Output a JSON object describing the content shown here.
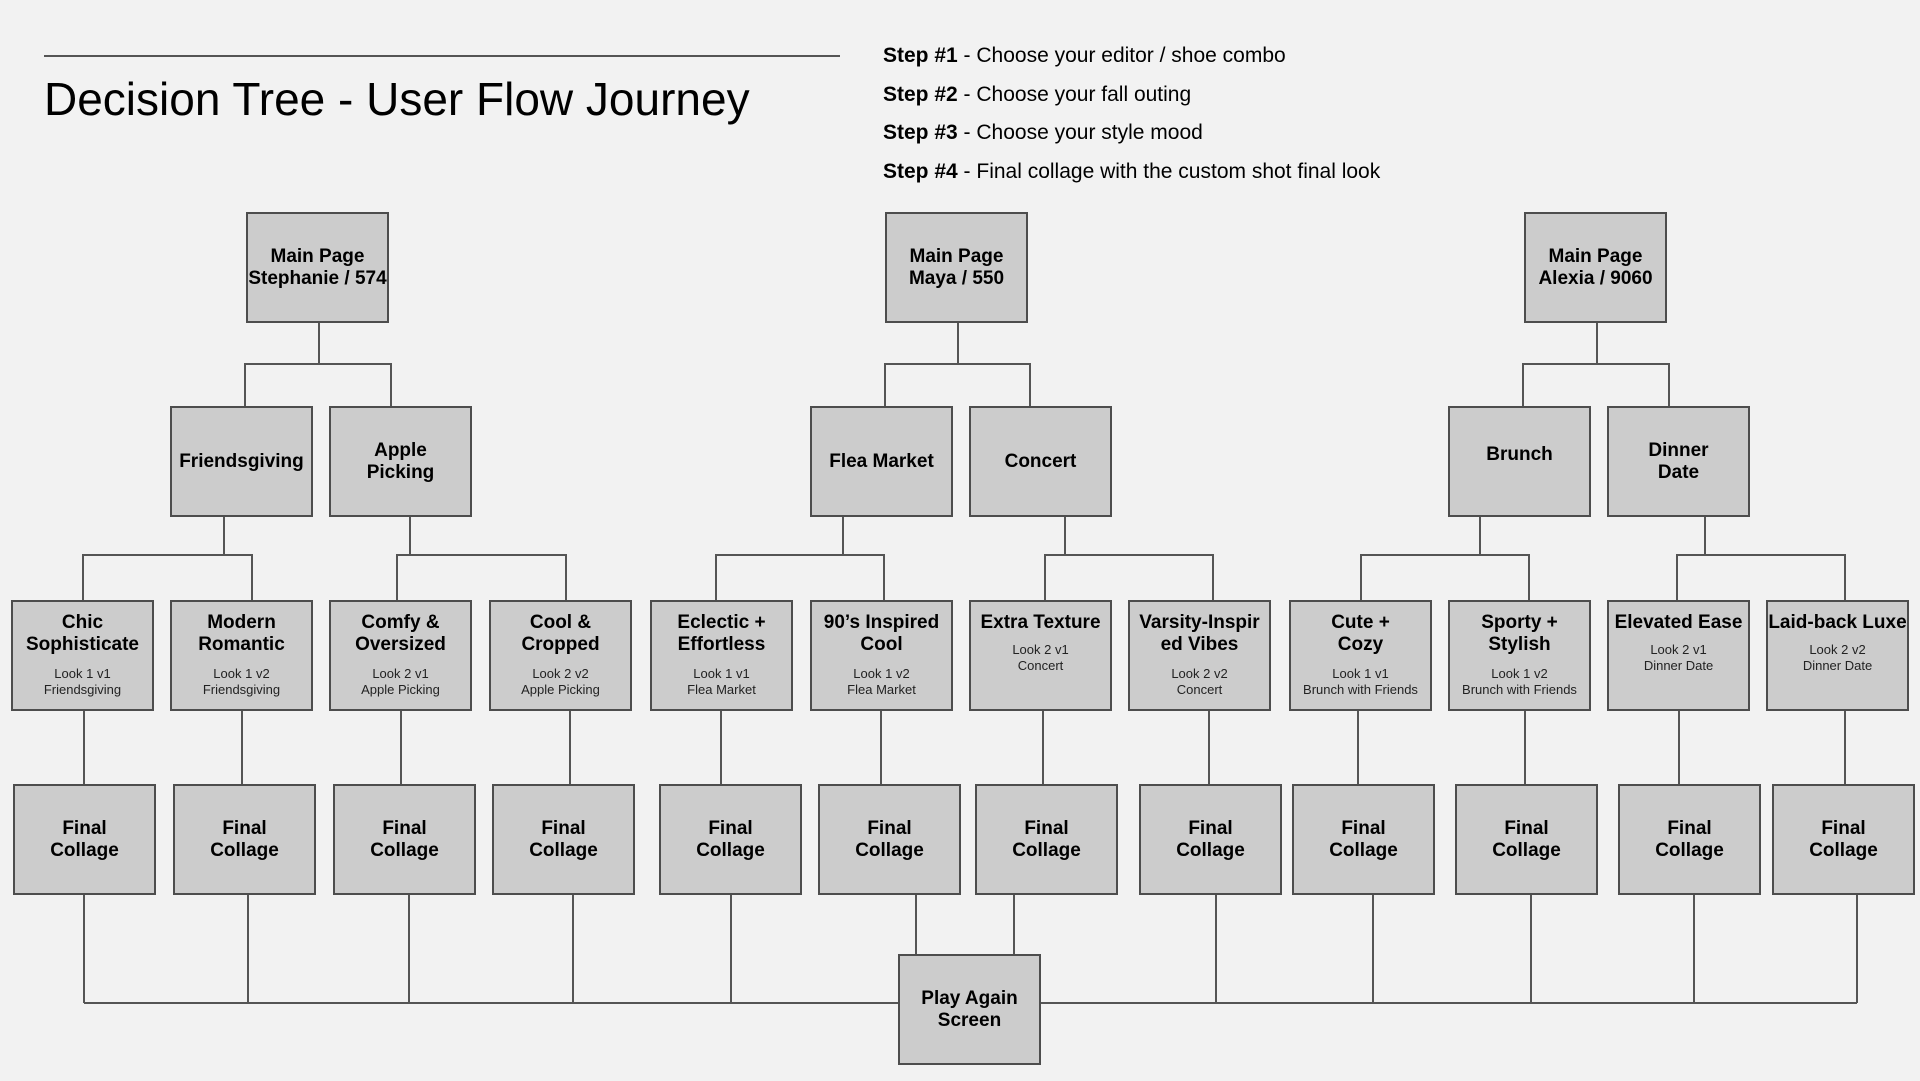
{
  "header": {
    "title": "Decision Tree - User Flow Journey",
    "steps": [
      {
        "label": "Step #1",
        "text": " - Choose your editor / shoe combo"
      },
      {
        "label": "Step #2",
        "text": " - Choose your fall outing"
      },
      {
        "label": "Step #3",
        "text": " - Choose your style mood"
      },
      {
        "label": "Step #4",
        "text": " - Final collage with the custom shot final look"
      }
    ]
  },
  "colors": {
    "background": "#f2f2f2",
    "node_fill": "#cccccc",
    "node_border": "#4d4d4d",
    "connector": "#555555"
  },
  "trees": [
    {
      "main": "Main Page\nStephanie / 574",
      "outings": [
        "Friendsgiving",
        "Apple\nPicking"
      ],
      "looks": [
        {
          "title": "Chic\nSophisticate",
          "sub": "Look 1 v1\nFriendsgiving"
        },
        {
          "title": "Modern\nRomantic",
          "sub": "Look 1 v2\nFriendsgiving"
        },
        {
          "title": "Comfy &\nOversized",
          "sub": "Look 2 v1\nApple Picking"
        },
        {
          "title": "Cool &\nCropped",
          "sub": "Look 2 v2\nApple Picking"
        }
      ]
    },
    {
      "main": "Main Page\nMaya / 550",
      "outings": [
        "Flea Market",
        "Concert"
      ],
      "looks": [
        {
          "title": "Eclectic +\nEffortless",
          "sub": "Look 1 v1\nFlea Market"
        },
        {
          "title": "90’s Inspired\nCool",
          "sub": "Look 1 v2\nFlea Market"
        },
        {
          "title": "Extra Texture",
          "sub": "Look 2 v1\nConcert"
        },
        {
          "title": "Varsity-Inspir\ned Vibes",
          "sub": "Look 2 v2\nConcert"
        }
      ]
    },
    {
      "main": "Main Page\nAlexia / 9060",
      "outings": [
        "Brunch",
        "Dinner\nDate"
      ],
      "looks": [
        {
          "title": "Cute +\nCozy",
          "sub": "Look 1 v1\nBrunch with Friends"
        },
        {
          "title": "Sporty +\nStylish",
          "sub": "Look 1 v2\nBrunch with Friends"
        },
        {
          "title": "Elevated Ease",
          "sub": "Look 2 v1\nDinner Date"
        },
        {
          "title": "Laid-back Luxe",
          "sub": "Look 2 v2\nDinner Date"
        }
      ]
    }
  ],
  "final_label": "Final\nCollage",
  "play_again": "Play Again\nScreen"
}
